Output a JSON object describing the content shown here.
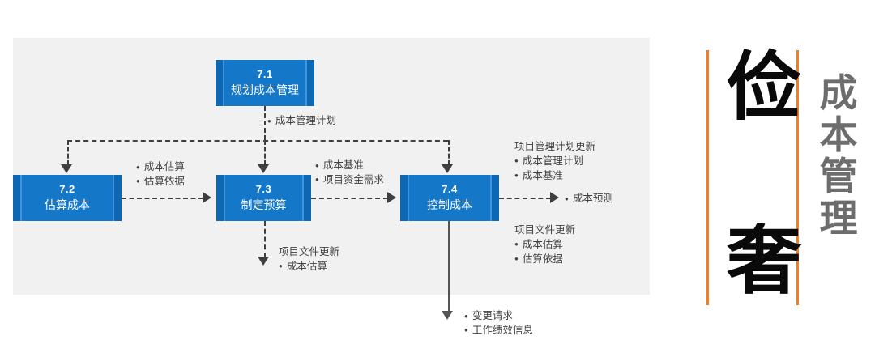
{
  "diagram": {
    "title_block": {
      "char_top": "俭",
      "char_bottom": "奢",
      "vertical_title": [
        "成",
        "本",
        "管",
        "理"
      ],
      "rule_color": "#f07d28",
      "char_color": "#0a0a0a",
      "title_color": "#6d6d6d"
    },
    "panel_bg_color": "#f1f1f1",
    "box_color": "#1577c8",
    "boxes": [
      {
        "id": "7.1",
        "number": "7.1",
        "name": "规划成本管理"
      },
      {
        "id": "7.2",
        "number": "7.2",
        "name": "估算成本"
      },
      {
        "id": "7.3",
        "number": "7.3",
        "name": "制定预算"
      },
      {
        "id": "7.4",
        "number": "7.4",
        "name": "控制成本"
      }
    ],
    "labels": {
      "cost_mgmt_plan": {
        "bullets": [
          "成本管理计划"
        ]
      },
      "est_outputs": {
        "bullets": [
          "成本估算",
          "估算依据"
        ]
      },
      "budget_outputs": {
        "bullets": [
          "成本基准",
          "项目资金需求"
        ]
      },
      "pm_plan_updates": {
        "header": "项目管理计划更新",
        "bullets": [
          "成本管理计划",
          "成本基准"
        ]
      },
      "cost_forecast": {
        "bullets": [
          "成本预测"
        ]
      },
      "proj_doc_updates_right": {
        "header": "项目文件更新",
        "bullets": [
          "成本估算",
          "估算依据"
        ]
      },
      "proj_doc_updates_mid": {
        "header": "项目文件更新",
        "bullets": [
          "成本估算"
        ]
      },
      "control_outputs": {
        "bullets": [
          "变更请求",
          "工作绩效信息"
        ]
      }
    }
  }
}
